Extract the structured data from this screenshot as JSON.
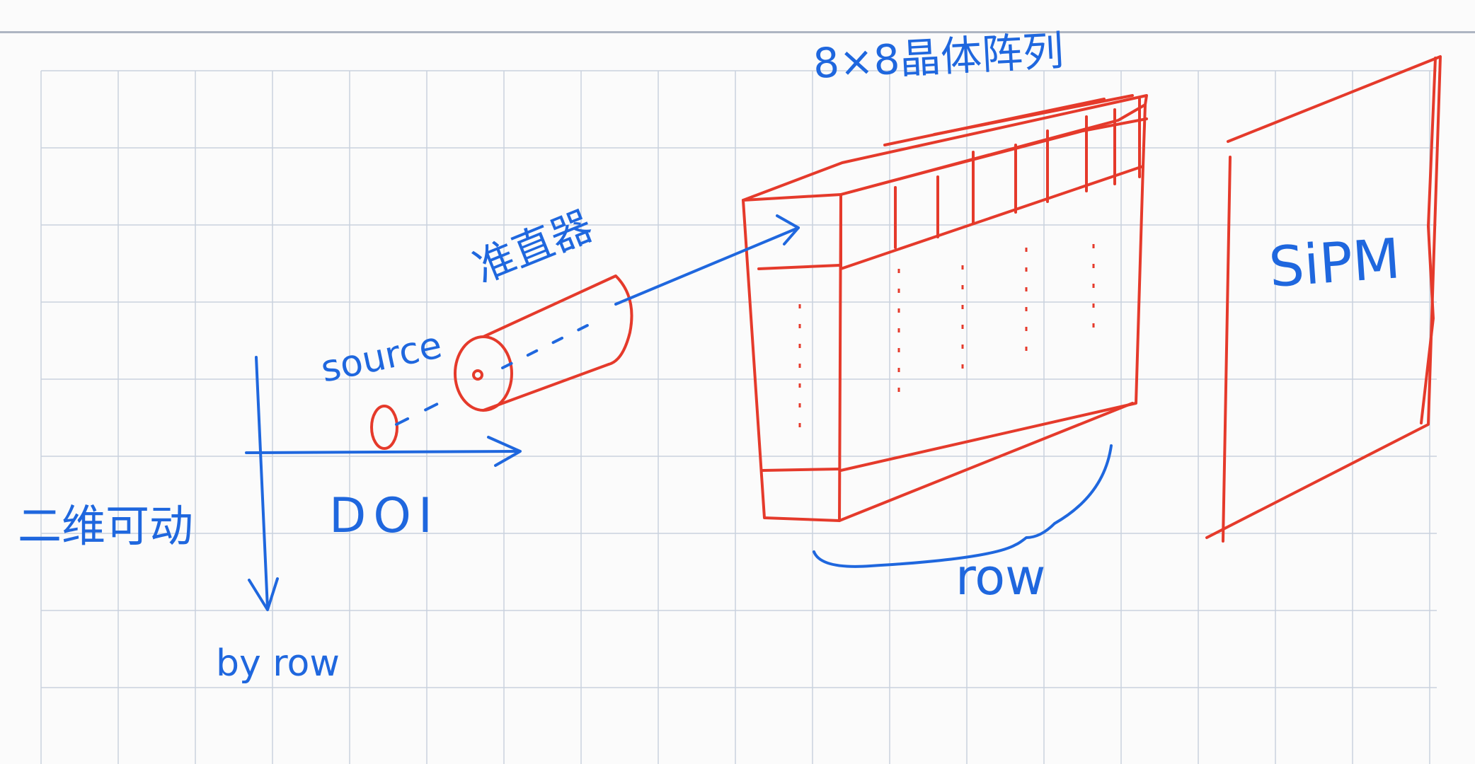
{
  "labels": {
    "crystal_array": "8×8晶体阵列",
    "collimator": "准直器",
    "source": "source",
    "doi": "DOI",
    "two_d_movable": "二维可动",
    "by_row": "by row",
    "row": "row",
    "sipm": "SiPM"
  },
  "colors": {
    "background": "#fbfbfb",
    "grid": "#c9d2de",
    "ink_blue": "#1f67de",
    "ink_red": "#e53a2b"
  }
}
